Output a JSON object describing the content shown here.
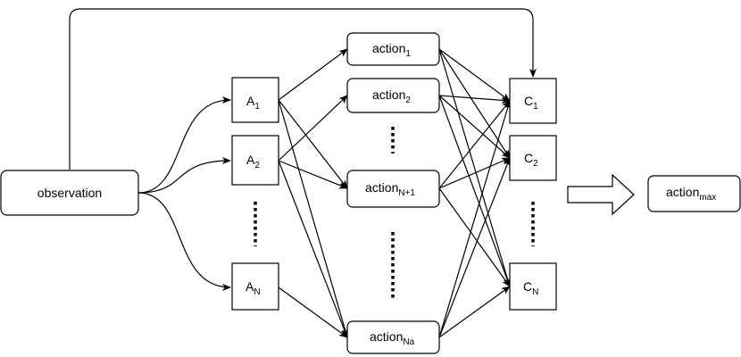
{
  "nodes": {
    "observation": {
      "label": "observation",
      "sub": ""
    },
    "a1": {
      "label": "A",
      "sub": "1"
    },
    "a2": {
      "label": "A",
      "sub": "2"
    },
    "an": {
      "label": "A",
      "sub": "N"
    },
    "action1": {
      "label": "action",
      "sub": "1"
    },
    "action2": {
      "label": "action",
      "sub": "2"
    },
    "actionN1": {
      "label": "action",
      "sub": "N+1"
    },
    "actionNa": {
      "label": "action",
      "sub": "Na"
    },
    "c1": {
      "label": "C",
      "sub": "1"
    },
    "c2": {
      "label": "C",
      "sub": "2"
    },
    "cn": {
      "label": "C",
      "sub": "N"
    },
    "actionMax": {
      "label": "action",
      "sub": "max"
    }
  }
}
